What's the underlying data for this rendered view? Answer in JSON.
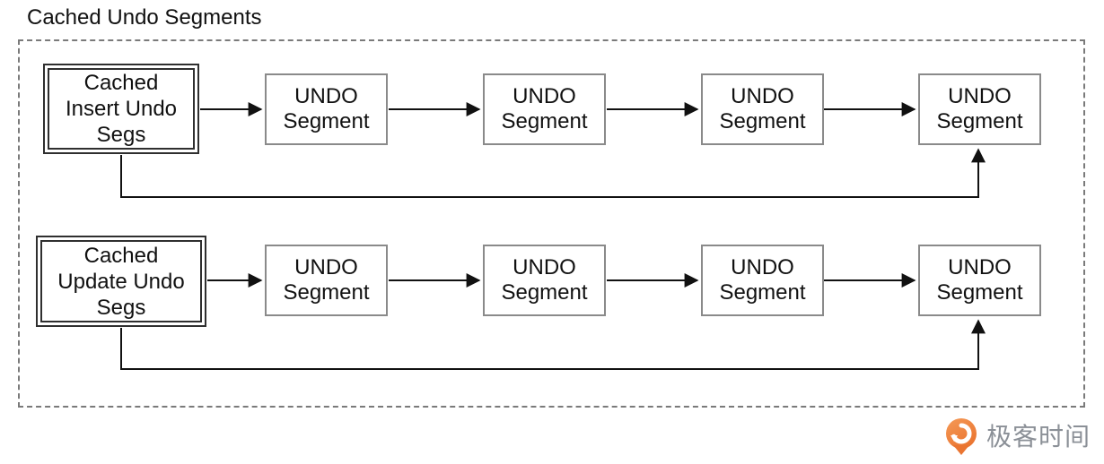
{
  "title": "Cached Undo Segments",
  "rows": [
    {
      "source": {
        "lines": [
          "Cached",
          "Insert Undo",
          "Segs"
        ]
      },
      "segments": [
        {
          "line1": "UNDO",
          "line2": "Segment"
        },
        {
          "line1": "UNDO",
          "line2": "Segment"
        },
        {
          "line1": "UNDO",
          "line2": "Segment"
        },
        {
          "line1": "UNDO",
          "line2": "Segment"
        }
      ]
    },
    {
      "source": {
        "lines": [
          "Cached",
          "Update Undo",
          "Segs"
        ]
      },
      "segments": [
        {
          "line1": "UNDO",
          "line2": "Segment"
        },
        {
          "line1": "UNDO",
          "line2": "Segment"
        },
        {
          "line1": "UNDO",
          "line2": "Segment"
        },
        {
          "line1": "UNDO",
          "line2": "Segment"
        }
      ]
    }
  ],
  "logo": {
    "text": "极客时间",
    "icon": "geektime-logo-icon",
    "icon_color": "#ee7e3e",
    "text_color": "#8b9097"
  },
  "colors": {
    "line_black": "#111111",
    "segment_border_gray": "#8a8a8a",
    "source_border_dark": "#2f2f2f",
    "frame_dash_gray": "#7a7a7a"
  }
}
